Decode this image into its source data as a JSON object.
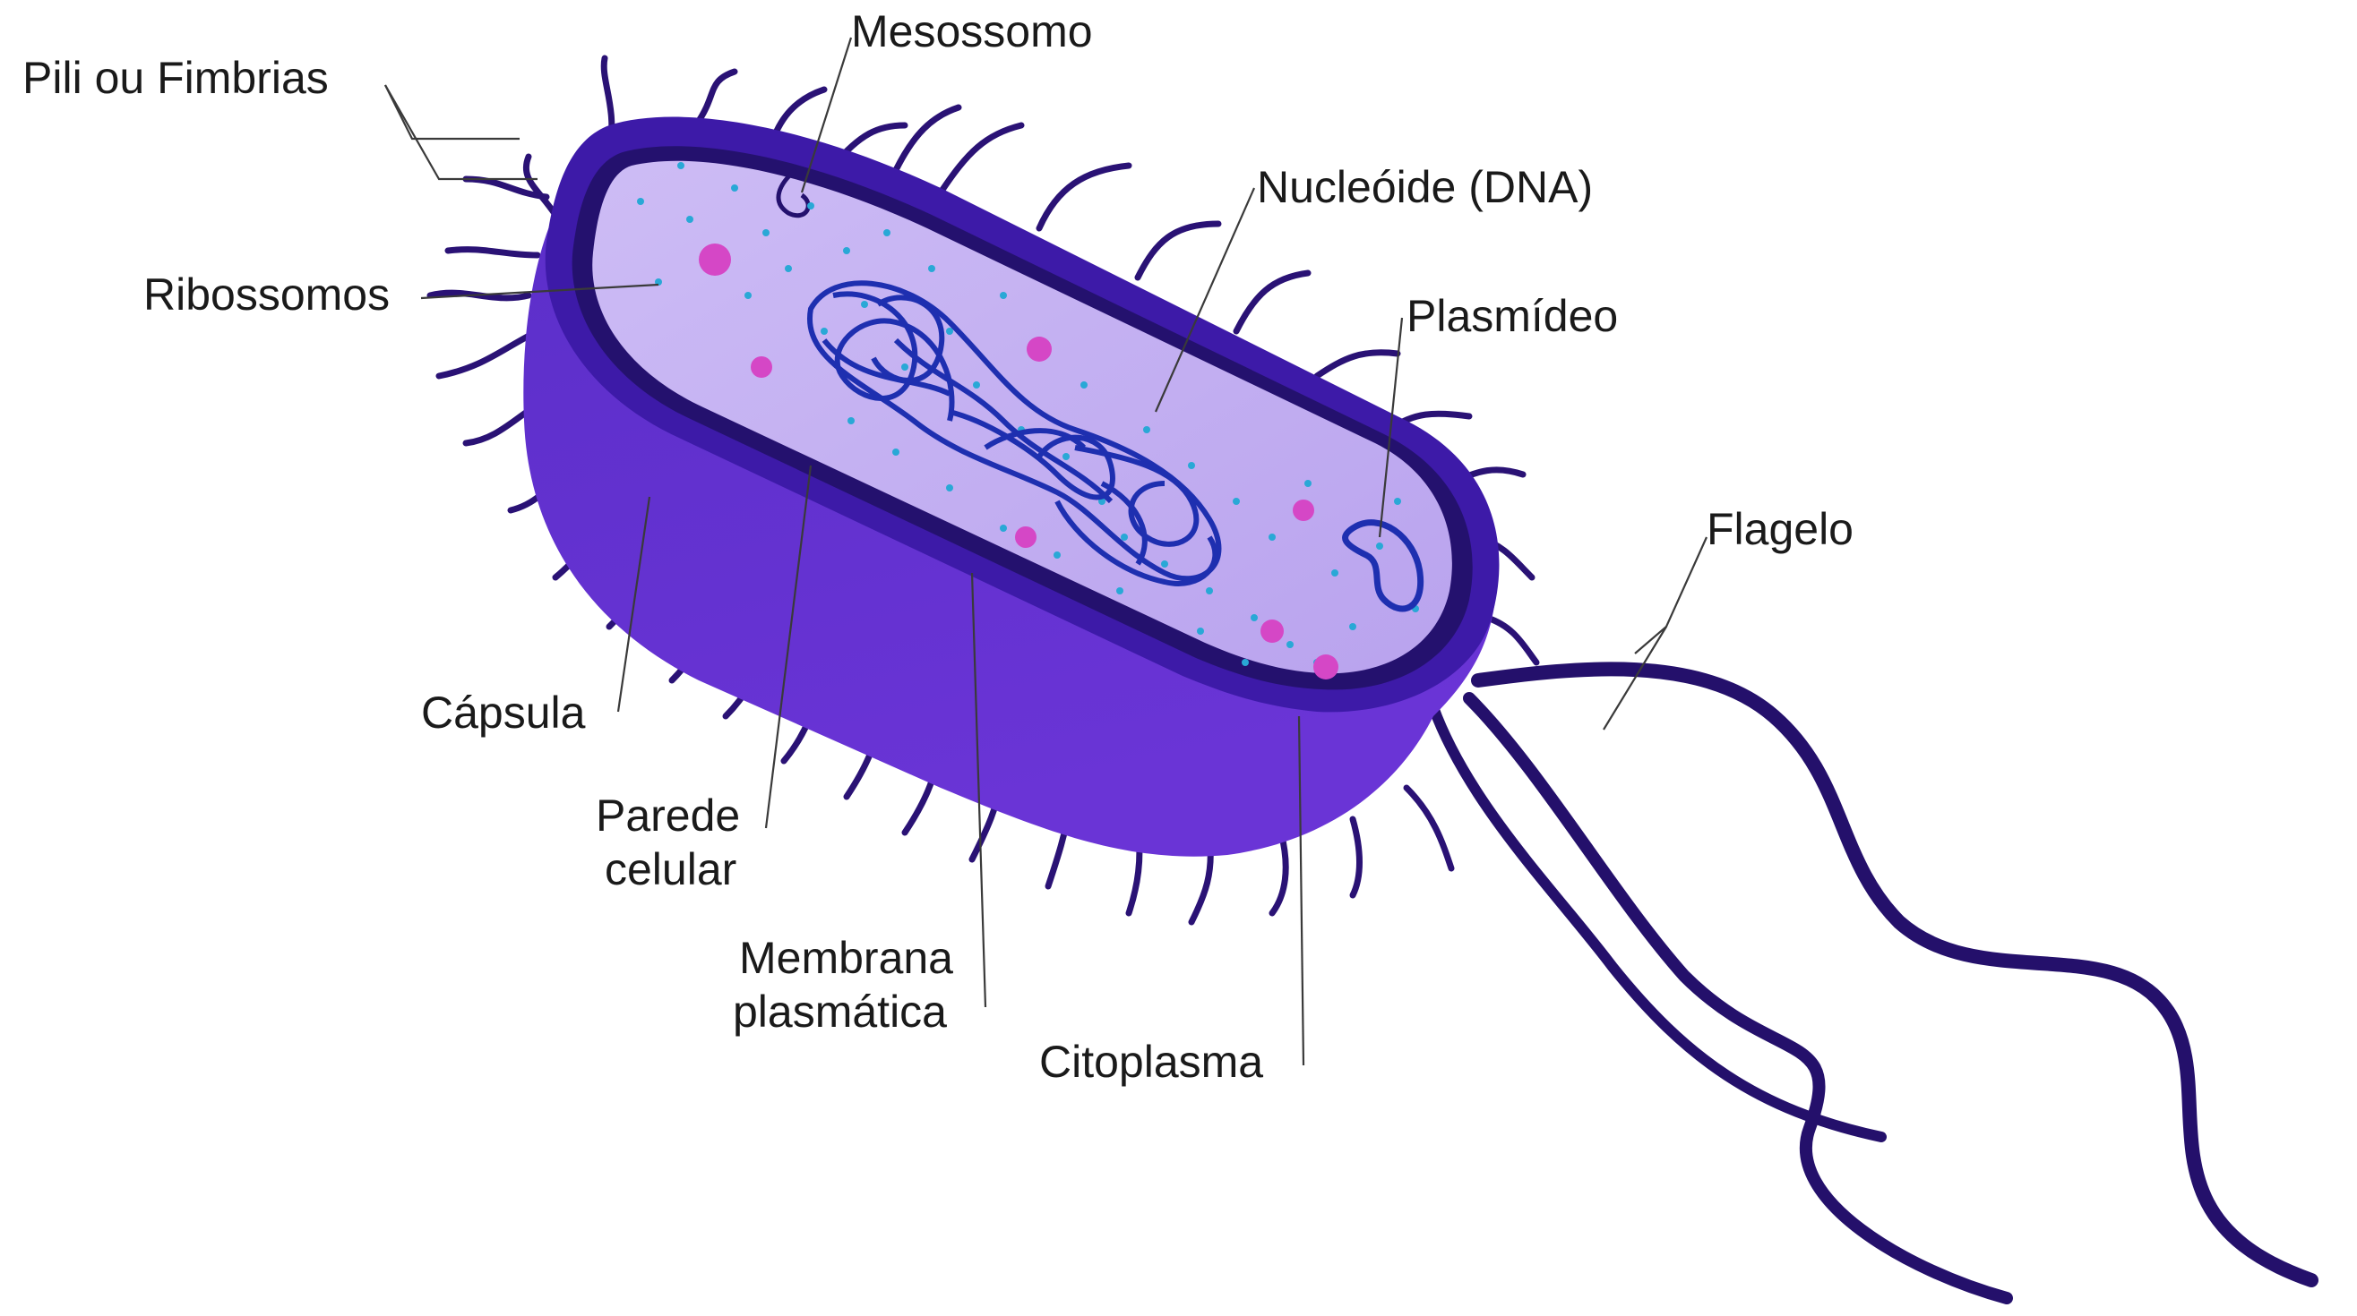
{
  "labels": {
    "pili": "Pili ou Fimbrias",
    "mesossomo": "Mesossomo",
    "nucleoide": "Nucleóide (DNA)",
    "ribossomos": "Ribossomos",
    "plasmideo": "Plasmídeo",
    "flagelo": "Flagelo",
    "capsula": "Cápsula",
    "parede_1": "Parede",
    "parede_2": "celular",
    "membrana_1": "Membrana",
    "membrana_2": "plasmática",
    "citoplasma": "Citoplasma"
  },
  "colors": {
    "capsule_dark": "#3a1aa0",
    "capsule_mid": "#5b2fc4",
    "wall": "#24116e",
    "cytoplasm": "#c5b2f2",
    "ribosome": "#29a8d6",
    "inclusion": "#d547c6",
    "dna": "#1e2fb0",
    "flagellum": "#24106b"
  },
  "icons": [
    "bacterium-cell",
    "pilus",
    "flagellum",
    "nucleoid-dna",
    "plasmid",
    "ribosome",
    "mesosome"
  ]
}
